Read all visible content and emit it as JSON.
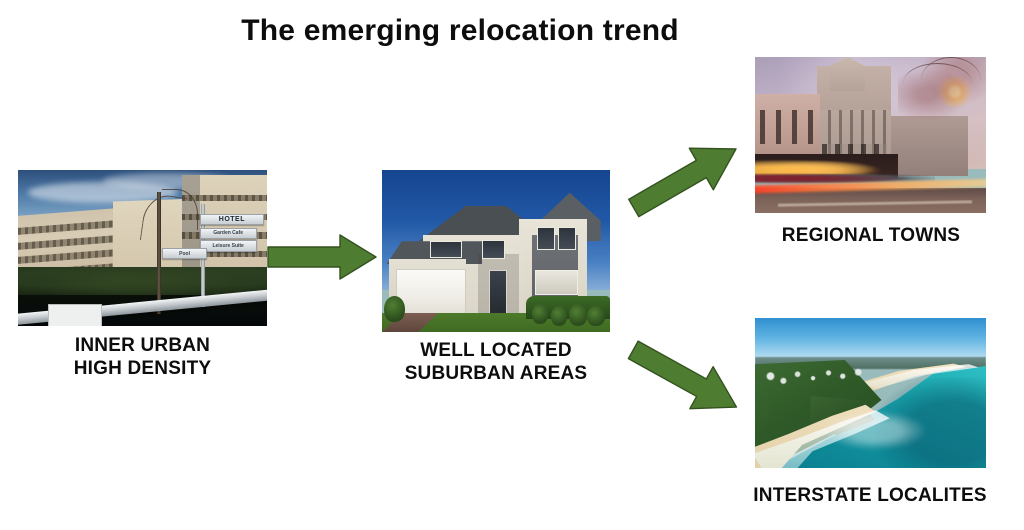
{
  "slide": {
    "title": "The emerging relocation trend",
    "background_color": "#ffffff",
    "arrow_color": "#4e7d31",
    "arrow_outline_color": "#2f4f1d",
    "text_color": "#0d0d0d"
  },
  "nodes": [
    {
      "id": "inner-urban",
      "caption": "INNER URBAN\nHIGH DENSITY",
      "photo_description": "Curved multi-storey beige apartment building with rows of balconies, blue sky, bare tree and a street signpost reading HOTEL, dark hedge and white railing in foreground",
      "photo_sign_labels": [
        "HOTEL",
        "Garden Cafe",
        "Leisure Suite",
        "Pool"
      ]
    },
    {
      "id": "well-located-suburban",
      "caption": "WELL LOCATED\nSUBURBAN AREAS",
      "photo_description": "Two storey modern cream and grey rendered house with dark grey roof, white double garage door, deep blue sky, green lawn and shrubs"
    },
    {
      "id": "regional-towns",
      "caption": "REGIONAL TOWNS",
      "photo_description": "Dusk streetscape of a regional town main street with an ornate heritage civic building, shopfronts lit up, parked cars and red light trails on the road under a pink purple twilight sky"
    },
    {
      "id": "interstate-localites",
      "caption": "INTERSTATE LOCALITES",
      "photo_description": "Aerial view of a coastal town with turquoise ocean, curving white sand beach, breaking surf and a green headland covered with houses"
    }
  ],
  "arrows": [
    {
      "id": "arrow-urban-to-suburban",
      "from": "inner-urban",
      "to": "well-located-suburban",
      "direction": "right"
    },
    {
      "id": "arrow-suburban-to-regional",
      "from": "well-located-suburban",
      "to": "regional-towns",
      "direction": "up-right"
    },
    {
      "id": "arrow-suburban-to-interstate",
      "from": "well-located-suburban",
      "to": "interstate-localites",
      "direction": "down-right"
    }
  ]
}
